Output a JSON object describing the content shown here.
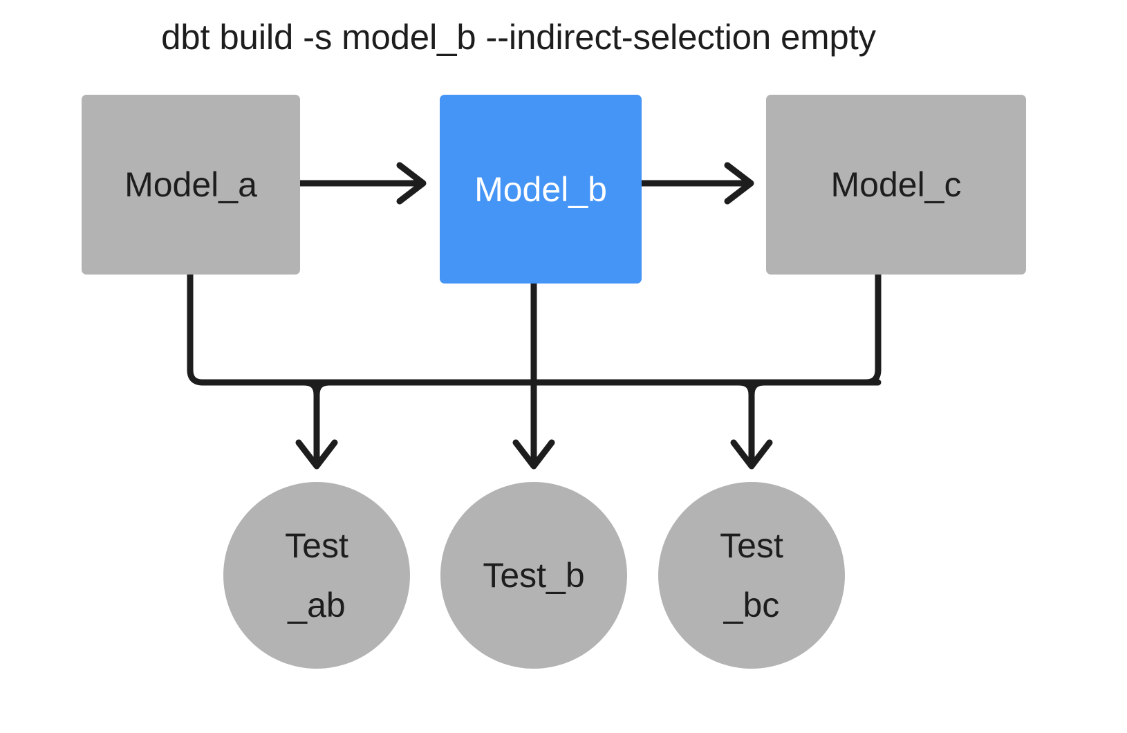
{
  "title": "dbt build -s model_b --indirect-selection empty",
  "colors": {
    "background": "#ffffff",
    "node_default_fill": "#b3b3b3",
    "node_selected_fill": "#4595f7",
    "node_default_text": "#1d1d1d",
    "node_selected_text": "#ffffff",
    "edge_stroke": "#1d1d1d",
    "title_text": "#1d1d1d"
  },
  "nodes": {
    "models": [
      {
        "id": "model_a",
        "label": "Model_a",
        "shape": "rectangle",
        "state": "unselected"
      },
      {
        "id": "model_b",
        "label": "Model_b",
        "shape": "rectangle",
        "state": "selected"
      },
      {
        "id": "model_c",
        "label": "Model_c",
        "shape": "rectangle",
        "state": "unselected"
      }
    ],
    "tests": [
      {
        "id": "test_ab",
        "label": "Test\n_ab",
        "shape": "circle",
        "state": "unselected"
      },
      {
        "id": "test_b",
        "label": "Test_b",
        "shape": "circle",
        "state": "unselected"
      },
      {
        "id": "test_bc",
        "label": "Test\n_bc",
        "shape": "circle",
        "state": "unselected"
      }
    ]
  },
  "edges": [
    {
      "from": "model_a",
      "to": "model_b",
      "style": "straight-arrow"
    },
    {
      "from": "model_b",
      "to": "model_c",
      "style": "straight-arrow"
    },
    {
      "from": "model_a",
      "to": "test_ab",
      "style": "elbow-arrow"
    },
    {
      "from": "model_b",
      "to": "test_ab",
      "style": "elbow-arrow"
    },
    {
      "from": "model_b",
      "to": "test_b",
      "style": "straight-arrow"
    },
    {
      "from": "model_b",
      "to": "test_bc",
      "style": "elbow-arrow"
    },
    {
      "from": "model_c",
      "to": "test_bc",
      "style": "elbow-arrow"
    }
  ]
}
